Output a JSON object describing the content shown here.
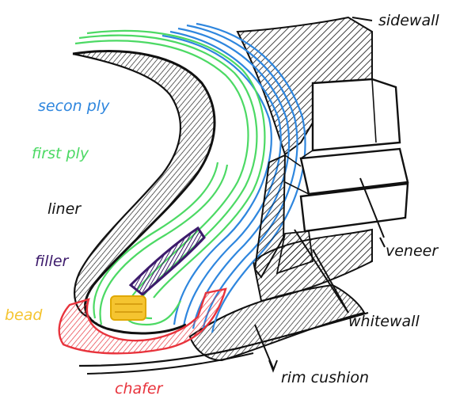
{
  "labels": {
    "second_ply": "secon ply",
    "first_ply": "first ply",
    "liner": "liner",
    "filler": "filler",
    "bead": "bead",
    "chafer": "chafer",
    "sidewall": "sidewall",
    "veneer": "veneer",
    "whitewall": "whitewall",
    "rim_cushion": "rim cushion"
  },
  "colors": {
    "second_ply": "#2e86de",
    "first_ply": "#4cd964",
    "liner": "#111111",
    "filler": "#3c1a6b",
    "bead": "#f5c430",
    "chafer": "#e8333c",
    "ink": "#111111",
    "hatch_fill": "#bfbfbf"
  }
}
